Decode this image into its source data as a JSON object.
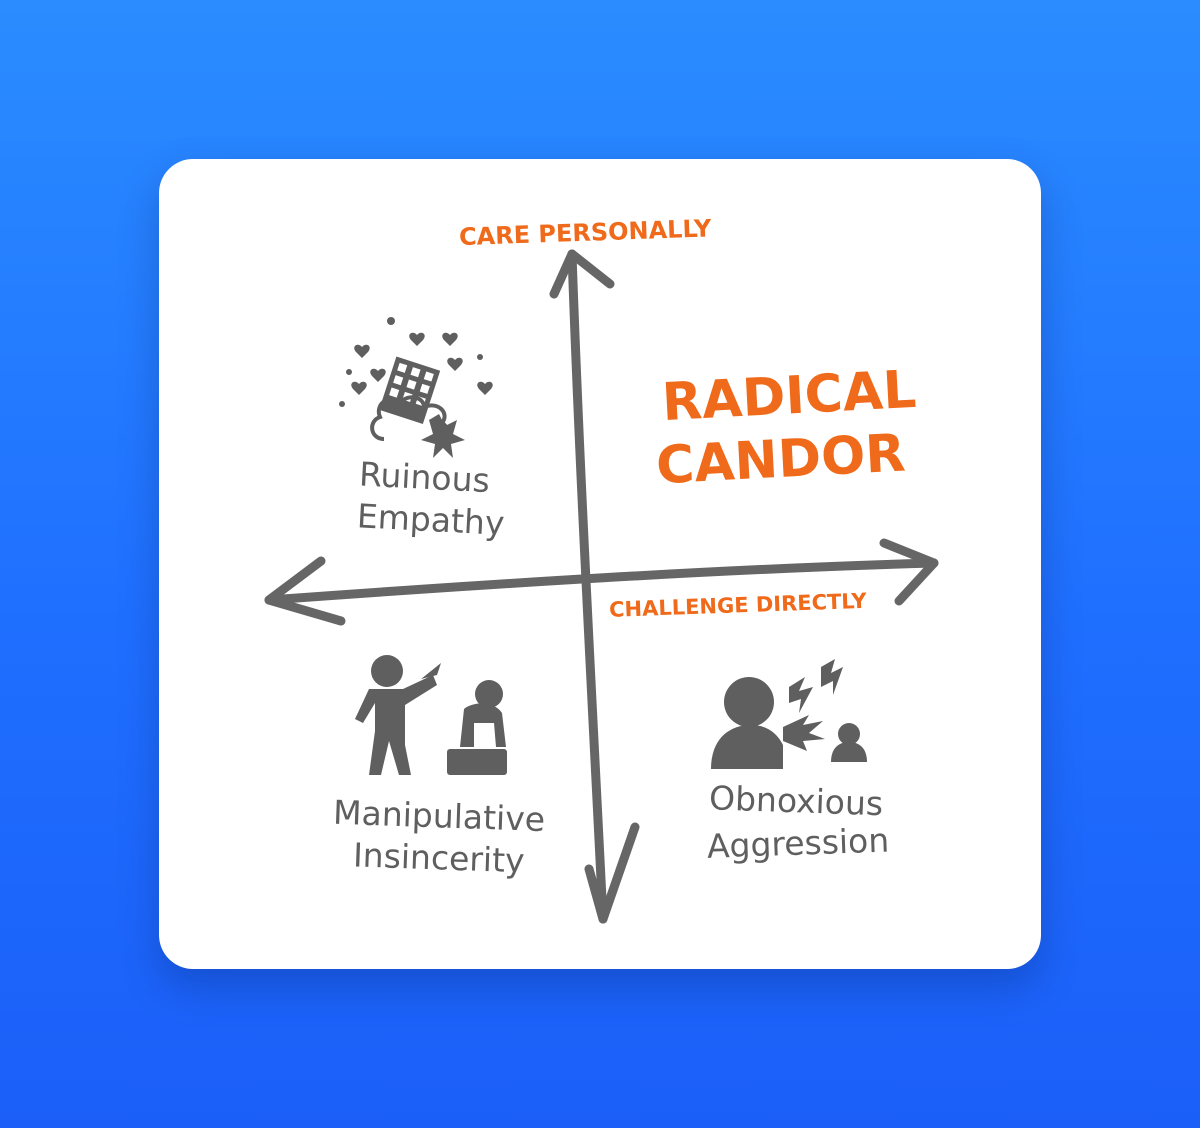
{
  "axes": {
    "vertical_label": "CARE PERSONALLY",
    "horizontal_label": "CHALLENGE DIRECTLY"
  },
  "quadrants": {
    "top_right": {
      "line1": "RADICAL",
      "line2": "CANDOR"
    },
    "top_left": {
      "line1": "Ruinous",
      "line2": "Empathy"
    },
    "bottom_left": {
      "line1": "Manipulative",
      "line2": "Insincerity"
    },
    "bottom_right": {
      "line1": "Obnoxious",
      "line2": "Aggression"
    }
  },
  "colors": {
    "background_top": "#2a8cff",
    "background_bottom": "#1b5ff8",
    "card": "#ffffff",
    "accent": "#ef6a1a",
    "ink": "#5f5f5f"
  }
}
